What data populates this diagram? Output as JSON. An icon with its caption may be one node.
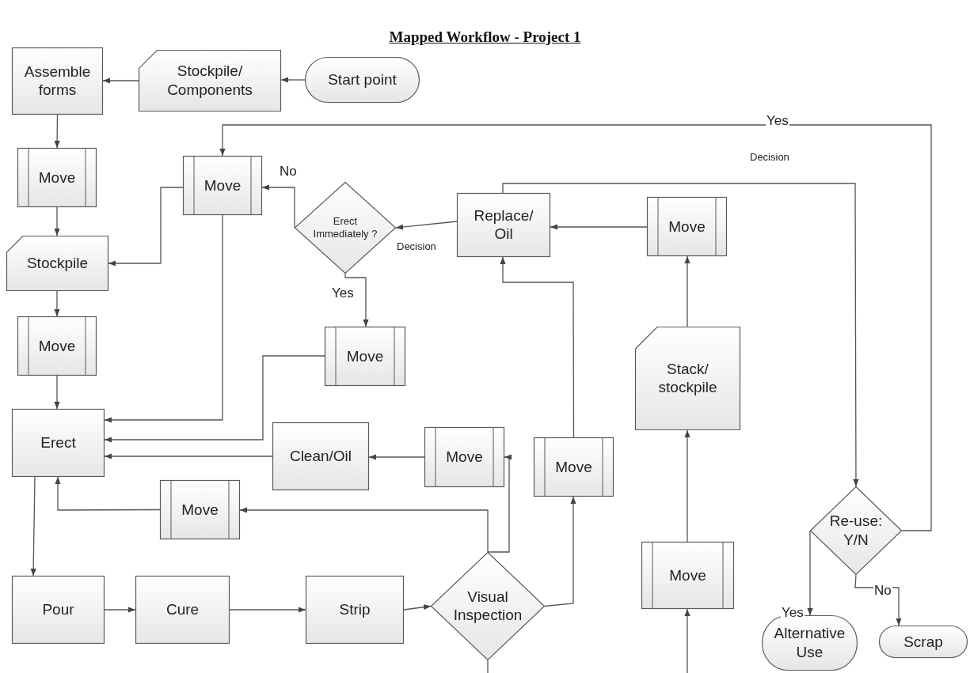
{
  "diagram": {
    "title": "Mapped Workflow - Project 1",
    "nodes": [
      {
        "text": [
          "Start point"
        ]
      },
      {
        "text": [
          "Stockpile/ Components"
        ]
      },
      {
        "text": [
          "Assemble forms"
        ]
      },
      {
        "text": [
          "Move"
        ]
      },
      {
        "text": [
          "Move"
        ]
      },
      {
        "text": [
          "Erect Immediately ?"
        ]
      },
      {
        "text": [
          "Replace/ Oil"
        ]
      },
      {
        "text": [
          "Move"
        ]
      },
      {
        "text": [
          "Stockpile"
        ]
      },
      {
        "text": [
          "Move"
        ]
      },
      {
        "text": [
          "Move"
        ]
      },
      {
        "text": [
          "Stack/ stockpile"
        ]
      },
      {
        "text": [
          "Erect"
        ]
      },
      {
        "text": [
          "Clean/Oil"
        ]
      },
      {
        "text": [
          "Move"
        ]
      },
      {
        "text": [
          "Move"
        ]
      },
      {
        "text": [
          "Move"
        ]
      },
      {
        "text": [
          "Re-use: Y/N"
        ]
      },
      {
        "text": [
          "Pour"
        ]
      },
      {
        "text": [
          "Cure"
        ]
      },
      {
        "text": [
          "Strip"
        ]
      },
      {
        "text": [
          "Visual Inspection"
        ]
      },
      {
        "text": [
          "Move"
        ]
      },
      {
        "text": [
          "Alternative Use"
        ]
      },
      {
        "text": [
          "Scrap"
        ]
      }
    ],
    "edges": [
      {
        "from": 0,
        "to": 1,
        "arrow": "to"
      },
      {
        "from": 1,
        "to": 2,
        "arrow": "to"
      },
      {
        "from": 2,
        "to": 3,
        "arrow": "to"
      },
      {
        "from": 3,
        "to": 8,
        "arrow": "to"
      },
      {
        "from": 8,
        "to": 9,
        "arrow": "to"
      },
      {
        "from": 9,
        "to": 12,
        "arrow": "to"
      },
      {
        "from": 12,
        "to": 18,
        "arrow": "to"
      },
      {
        "from": 18,
        "to": 19,
        "arrow": "to"
      },
      {
        "from": 19,
        "to": 20,
        "arrow": "to"
      },
      {
        "from": 20,
        "to": 21,
        "arrow": "to"
      },
      {
        "from": 21,
        "to": 16,
        "arrow": "to"
      },
      {
        "from": 21,
        "to": 14,
        "arrow": "to"
      },
      {
        "from": 21,
        "to": 15,
        "arrow": "to"
      },
      {
        "from": 16,
        "to": 12,
        "arrow": "to"
      },
      {
        "from": 14,
        "to": 13,
        "arrow": "to"
      },
      {
        "from": 13,
        "to": 12,
        "arrow": "to"
      },
      {
        "from": 10,
        "to": 12,
        "arrow": "to"
      },
      {
        "from": 4,
        "to": 12,
        "arrow": "to"
      },
      {
        "from": 4,
        "to": 8,
        "arrow": "to"
      },
      {
        "from": 5,
        "to": 4,
        "arrow": "to",
        "label": "No"
      },
      {
        "from": 5,
        "to": 10,
        "arrow": "to",
        "label": "Yes"
      },
      {
        "from": 6,
        "to": 5,
        "arrow": "to",
        "label": "Decision"
      },
      {
        "from": 15,
        "to": 6,
        "arrow": "to"
      },
      {
        "from": 7,
        "to": 6,
        "arrow": "to"
      },
      {
        "from": 11,
        "to": 7,
        "arrow": "to"
      },
      {
        "from": 22,
        "to": 11,
        "arrow": "to"
      },
      {
        "from": null,
        "to": 22,
        "arrow": "to"
      },
      {
        "from": 21,
        "to": null,
        "arrow": "none"
      },
      {
        "from": 6,
        "to": 17,
        "arrow": "to",
        "label": "Decision"
      },
      {
        "from": 17,
        "to": 4,
        "arrow": "to",
        "label": "Yes"
      },
      {
        "from": 17,
        "to": 23,
        "arrow": "to",
        "label": "Yes"
      },
      {
        "from": 17,
        "to": 24,
        "arrow": "to",
        "label": "No"
      }
    ]
  }
}
